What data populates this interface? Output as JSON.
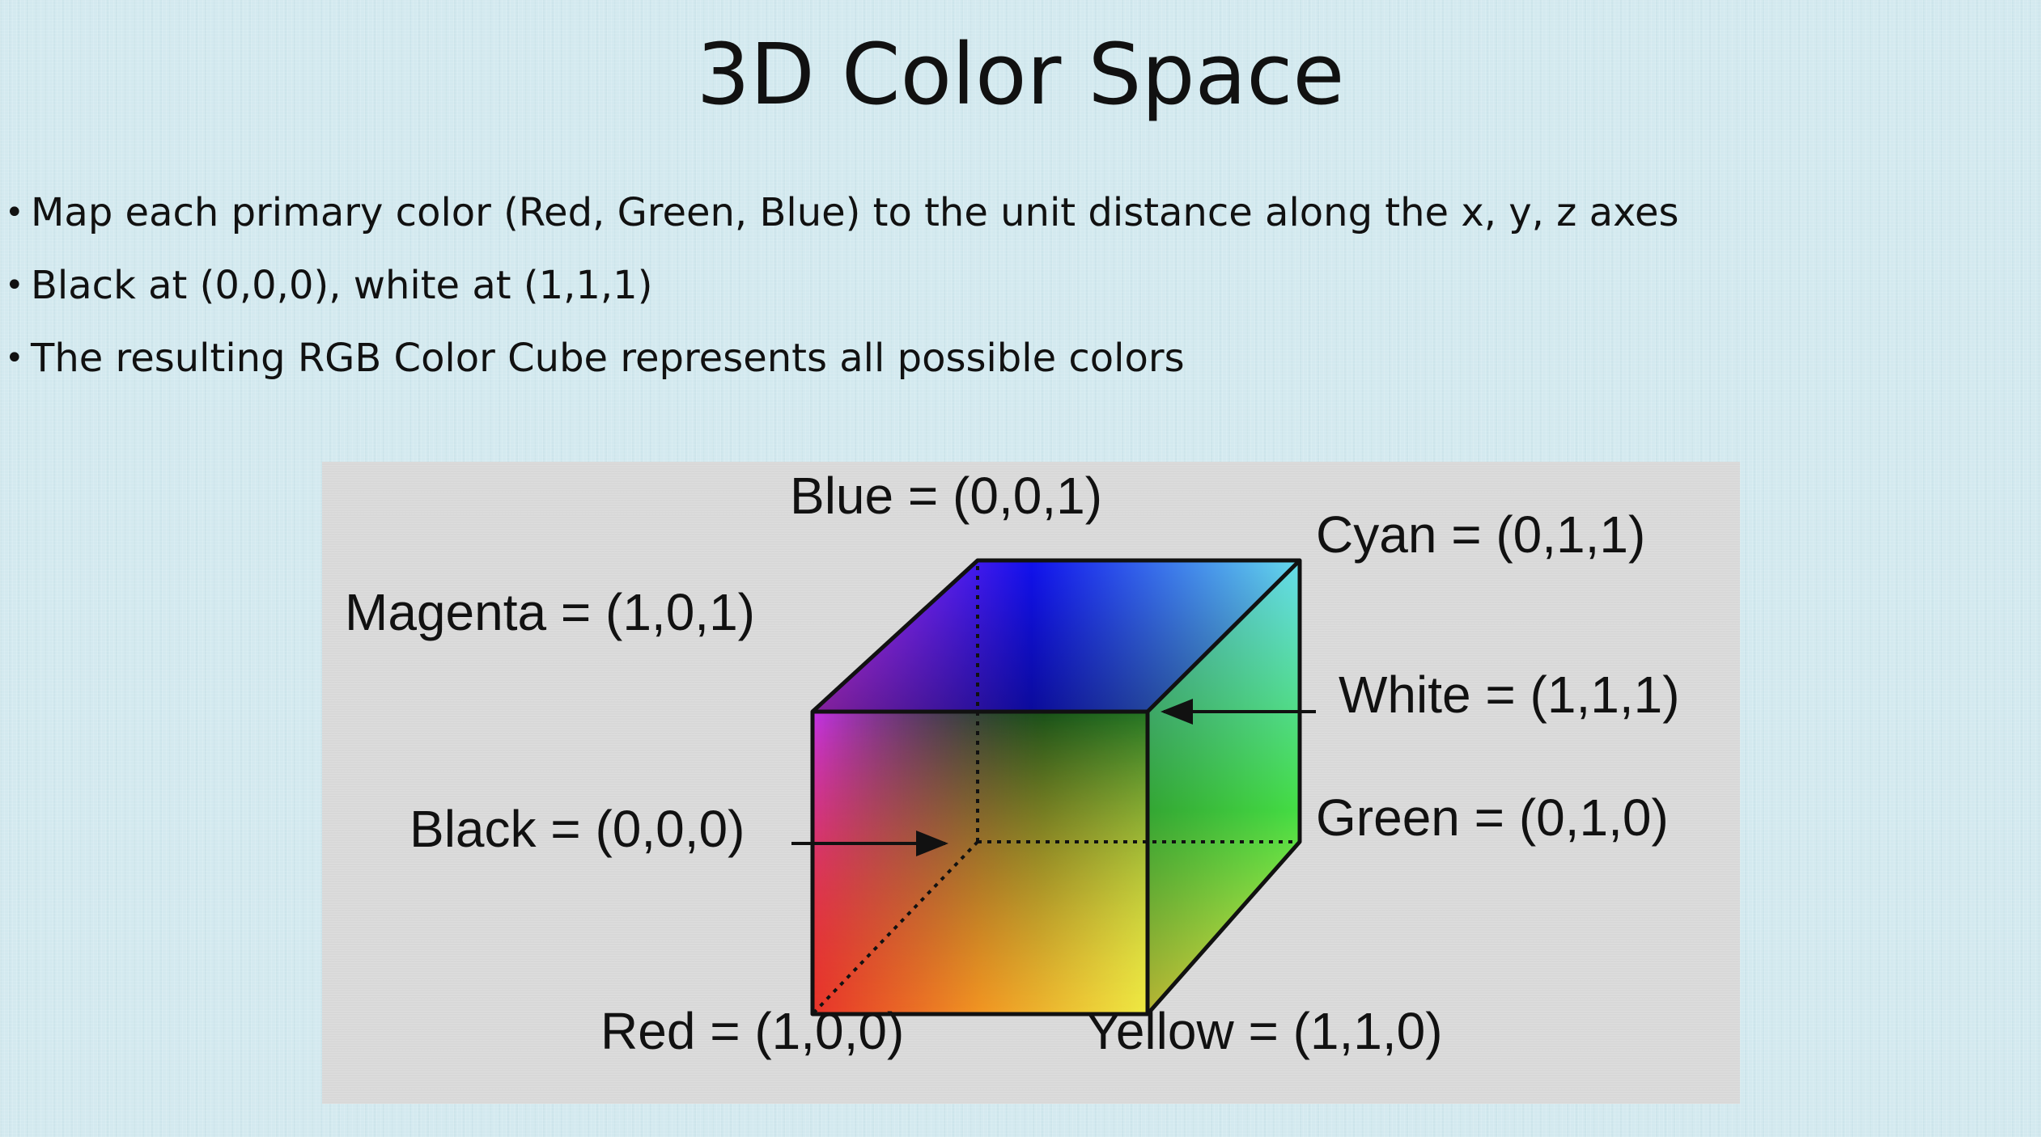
{
  "slide": {
    "title": "3D Color Space",
    "bullets": [
      "Map each primary color (Red, Green, Blue) to the unit distance along the x, y, z axes",
      "Black at (0,0,0), white at (1,1,1)",
      "The resulting RGB Color Cube represents all possible colors"
    ]
  },
  "diagram": {
    "labels": {
      "blue": "Blue = (0,0,1)",
      "cyan": "Cyan = (0,1,1)",
      "magenta": "Magenta = (1,0,1)",
      "white": "White = (1,1,1)",
      "black": "Black = (0,0,0)",
      "green": "Green = (0,1,0)",
      "red": "Red = (1,0,0)",
      "yellow": "Yellow = (1,1,0)"
    },
    "colors": {
      "red": "#e8332b",
      "green": "#44dd44",
      "blue": "#1111ee",
      "cyan": "#66ddee",
      "magenta": "#cc33ee",
      "yellow": "#f2ee44",
      "white": "#ffffff",
      "black": "#000000",
      "figure_background": "#d8d8d8",
      "slide_background": "#d3e9ef"
    }
  }
}
